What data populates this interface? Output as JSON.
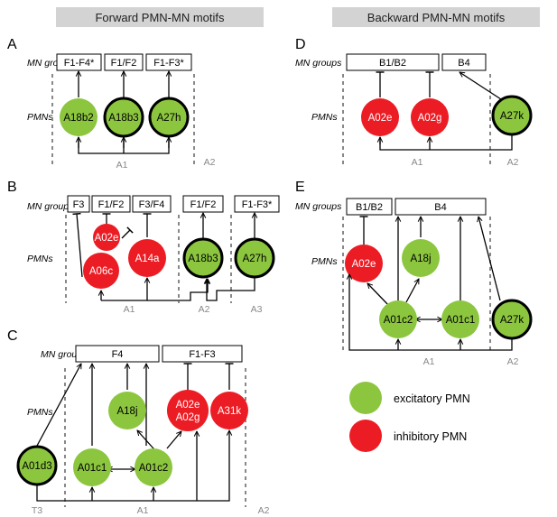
{
  "headers": {
    "forward": "Forward PMN-MN motifs",
    "backward": "Backward PMN-MN motifs"
  },
  "labels": {
    "mn_groups": "MN groups",
    "pmns": "PMNs"
  },
  "panels": {
    "A": {
      "letter": "A",
      "mn_boxes": [
        "F1-F4*",
        "F1/F2",
        "F1-F3*"
      ],
      "nodes": [
        "A18b2",
        "A18b3",
        "A27h"
      ],
      "segments": [
        "A1",
        "A2"
      ]
    },
    "B": {
      "letter": "B",
      "mn_boxes": [
        "F3",
        "F1/F2",
        "F3/F4",
        "F1/F2",
        "F1-F3*"
      ],
      "nodes": [
        "A02e",
        "A06c",
        "A14a",
        "A18b3",
        "A27h"
      ],
      "segments": [
        "A1",
        "A2",
        "A3"
      ]
    },
    "C": {
      "letter": "C",
      "mn_boxes": [
        "F4",
        "F1-F3"
      ],
      "nodes": [
        "A18j",
        "A02e",
        "A02g",
        "A31k",
        "A01d3",
        "A01c1",
        "A01c2"
      ],
      "segments": [
        "T3",
        "A1",
        "A2"
      ]
    },
    "D": {
      "letter": "D",
      "mn_boxes": [
        "B1/B2",
        "B4"
      ],
      "nodes": [
        "A02e",
        "A02g",
        "A27k"
      ],
      "segments": [
        "A1",
        "A2"
      ]
    },
    "E": {
      "letter": "E",
      "mn_boxes": [
        "B1/B2",
        "B4"
      ],
      "nodes": [
        "A02e",
        "A18j",
        "A01c2",
        "A01c1",
        "A27k"
      ],
      "segments": [
        "A1",
        "A2"
      ]
    }
  },
  "legend": {
    "excitatory": "excitatory PMN",
    "inhibitory": "inhibitory PMN"
  },
  "colors": {
    "excitatory": "#8cc63f",
    "inhibitory": "#ec1c24",
    "header_bg": "#d3d3d3"
  }
}
